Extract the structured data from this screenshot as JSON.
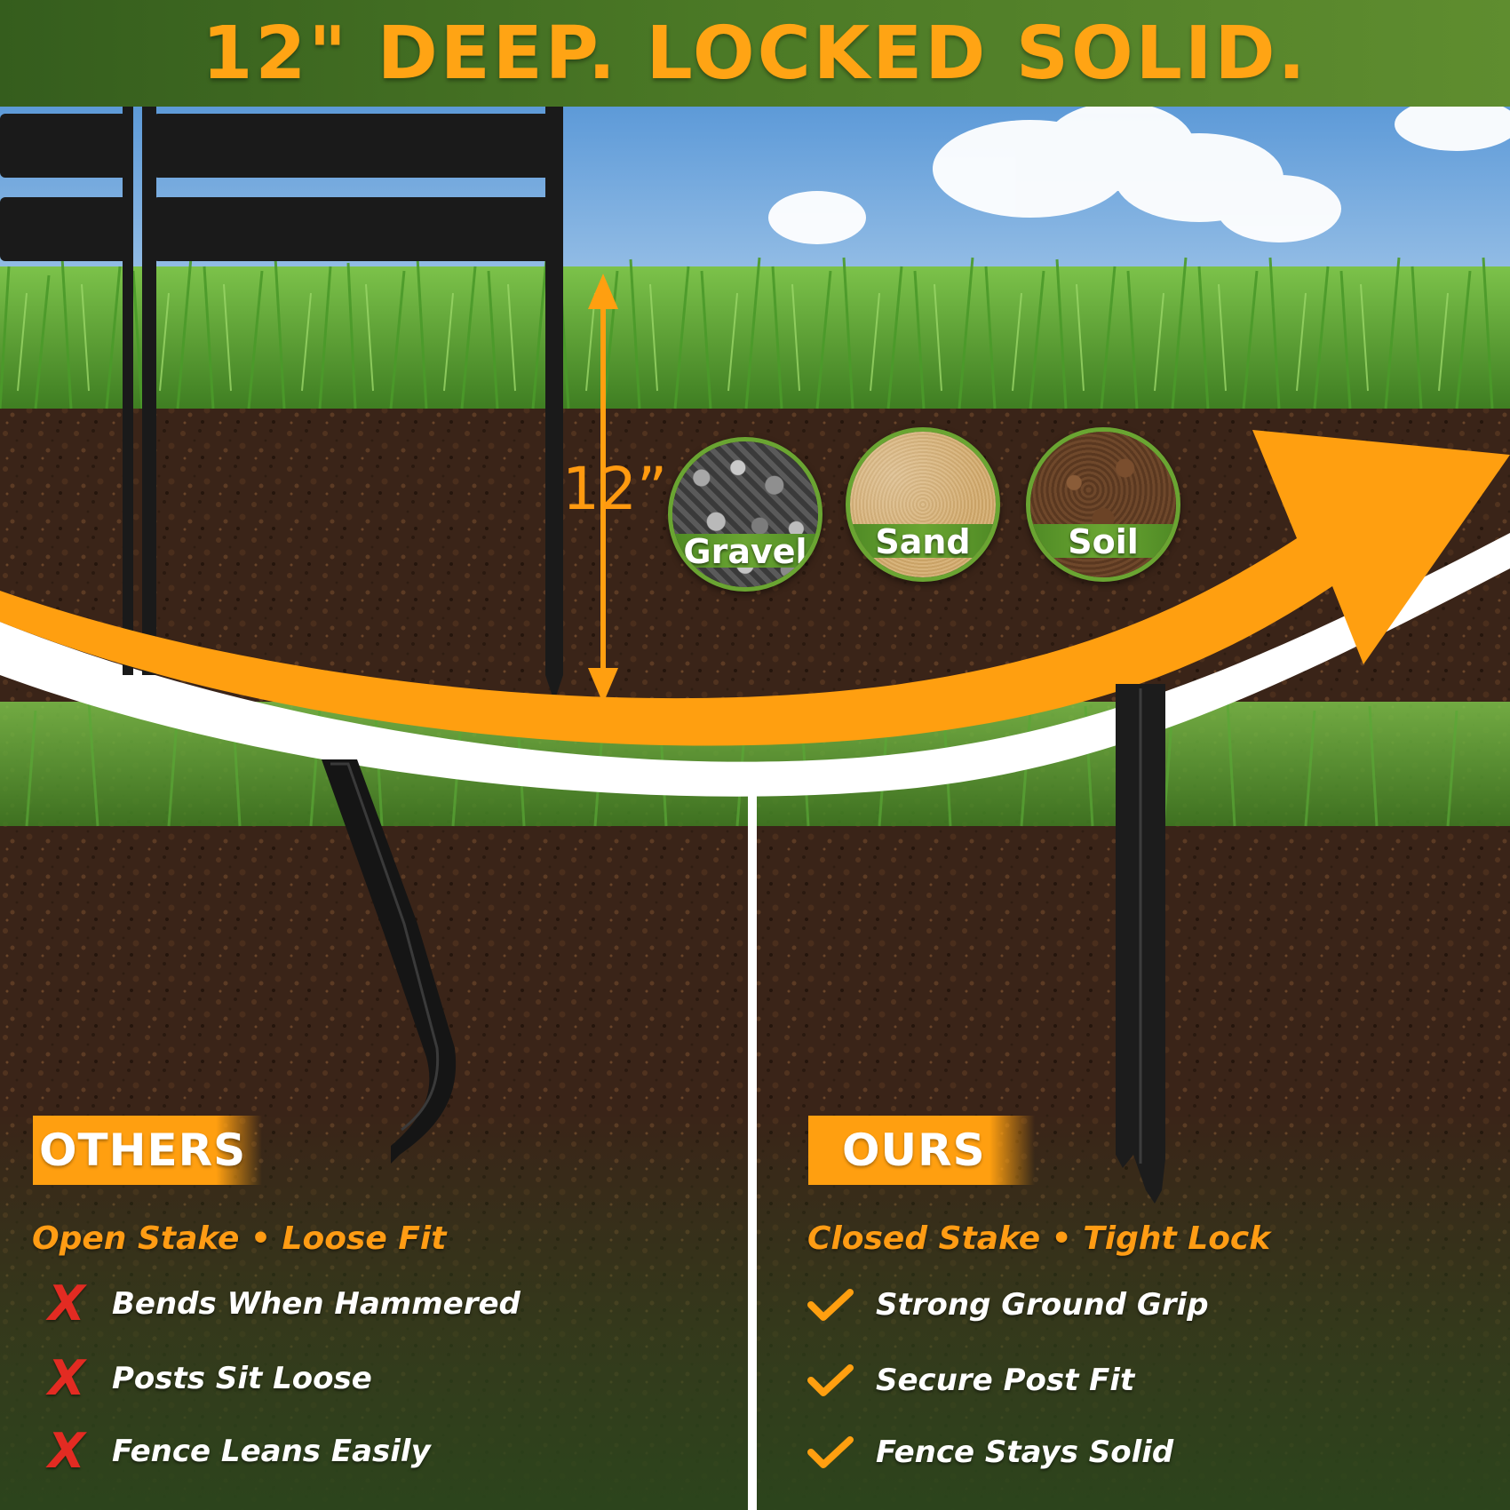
{
  "headline": "12\" DEEP. LOCKED SOLID.",
  "depth_label": "12”",
  "soil_types": [
    {
      "label": "Gravel"
    },
    {
      "label": "Sand"
    },
    {
      "label": "Soil"
    }
  ],
  "others": {
    "tag": "OTHERS",
    "subtitle": "Open Stake • Loose Fit",
    "features": [
      {
        "text": "Bends When Hammered",
        "icon": "x-mark"
      },
      {
        "text": "Posts Sit Loose",
        "icon": "x-mark"
      },
      {
        "text": "Fence Leans Easily",
        "icon": "x-mark"
      }
    ]
  },
  "ours": {
    "tag": "OURS",
    "subtitle": "Closed Stake • Tight Lock",
    "features": [
      {
        "text": "Strong Ground Grip",
        "icon": "check-mark"
      },
      {
        "text": "Secure Post Fit",
        "icon": "check-mark"
      },
      {
        "text": "Fence Stays Solid",
        "icon": "check-mark"
      }
    ]
  },
  "colors": {
    "accent_orange": "#ff9f10",
    "header_green": "#4c7a26",
    "cross_red": "#e32b22",
    "swatch_border_green": "#6aa532"
  }
}
